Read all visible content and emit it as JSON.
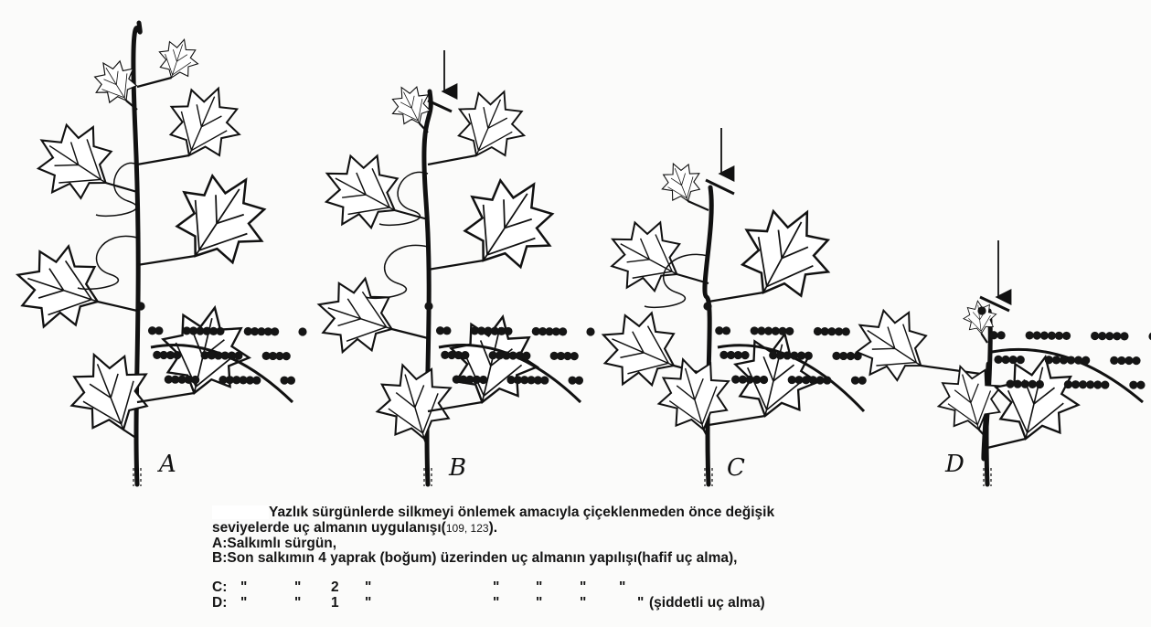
{
  "panels": [
    {
      "label": "A"
    },
    {
      "label": "B"
    },
    {
      "label": "C"
    },
    {
      "label": "D"
    }
  ],
  "caption": {
    "line1": "Yazlık sürgünlerde silkmeyi önlemek amacıyla çiçeklenmeden önce değişik",
    "line2_text": "seviyelerde uç almanın uygulanışı(",
    "line2_ref": "109, 123",
    "line2_end": ").",
    "a": "A:Salkımlı sürgün,",
    "b": "B:Son salkımın 4 yaprak (boğum) üzerinden uç almanın yapılışı(hafif uç alma),",
    "c_prefix": "C:",
    "c_number": "2",
    "d_prefix": "D:",
    "d_number": "1",
    "ditto": "\"",
    "d_end": "(şiddetli uç alma)"
  }
}
